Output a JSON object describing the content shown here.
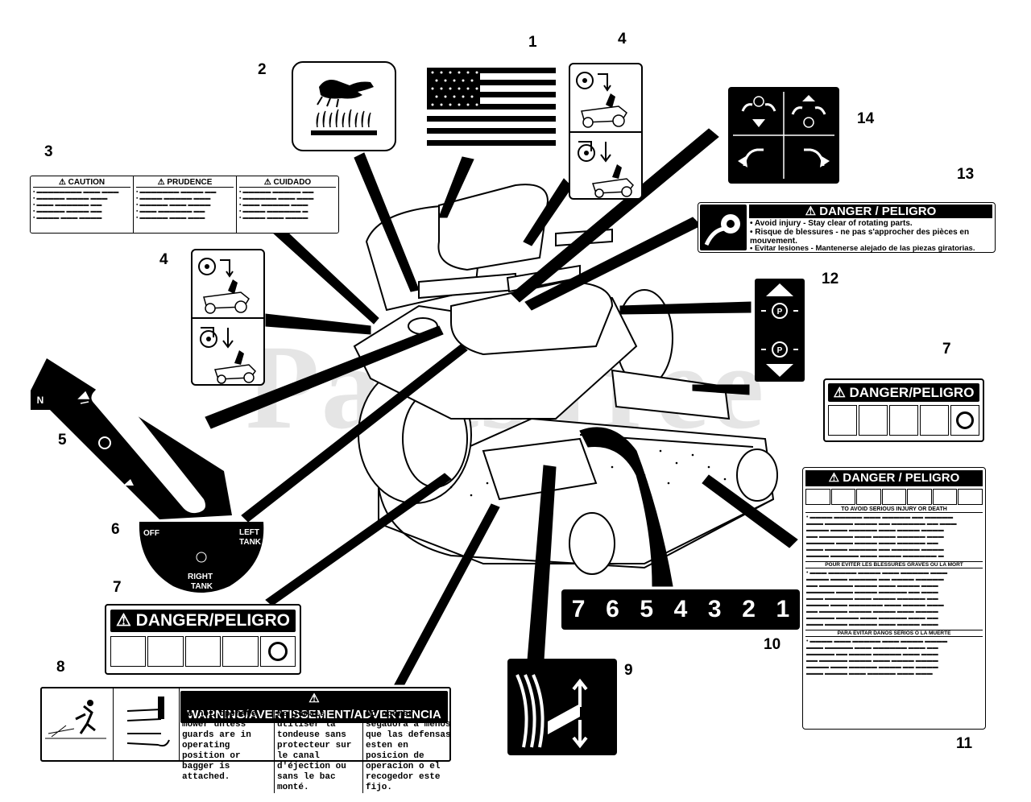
{
  "watermark": "PartsTree",
  "callouts": [
    "1",
    "2",
    "3",
    "4",
    "4",
    "5",
    "6",
    "7",
    "7",
    "8",
    "9",
    "10",
    "11",
    "12",
    "13",
    "14"
  ],
  "decal3": {
    "headers": [
      "CAUTION",
      "PRUDENCE",
      "CUIDADO"
    ]
  },
  "decal6": {
    "off": "OFF",
    "left": "LEFT",
    "tank_left": "TANK",
    "right": "RIGHT",
    "tank_right": "TANK"
  },
  "decal7": {
    "title": "DANGER/PELIGRO"
  },
  "decal7b": {
    "title": "DANGER/PELIGRO"
  },
  "decal8": {
    "title": "WARNING/AVERTISSEMENT/ADVERTENCIA",
    "col1": "Do not operate mower unless guards are in operating position or bagger is attached.",
    "col2": "Ne jamais utiliser la tondeuse sans protecteur sur le canal d'éjection ou sans le bac monté.",
    "col3": "No operar segadora a menos que las defensas esten en posicion de operacion o el recogedor este fijo."
  },
  "decal10": {
    "numbers": [
      "7",
      "6",
      "5",
      "4",
      "3",
      "2",
      "1"
    ]
  },
  "decal11": {
    "title": "DANGER / PELIGRO",
    "sec1": "TO AVOID SERIOUS INJURY OR DEATH",
    "sec2": "POUR EVITER LES BLESSURES GRAVES OU LA MORT",
    "sec3": "PARA EVITAR DAÑOS SERIOS O LA MUERTE"
  },
  "decal13": {
    "title": "DANGER / PELIGRO",
    "line1": "• Avoid injury - Stay clear of rotating parts.",
    "line2": "• Risque de blessures - ne pas s'approcher des pièces en mouvement.",
    "line3": "• Evitar lesiones - Mantenerse alejado de las piezas giratorias."
  },
  "colors": {
    "ink": "#000000",
    "paper": "#ffffff",
    "watermark": "#d9d9d9"
  }
}
